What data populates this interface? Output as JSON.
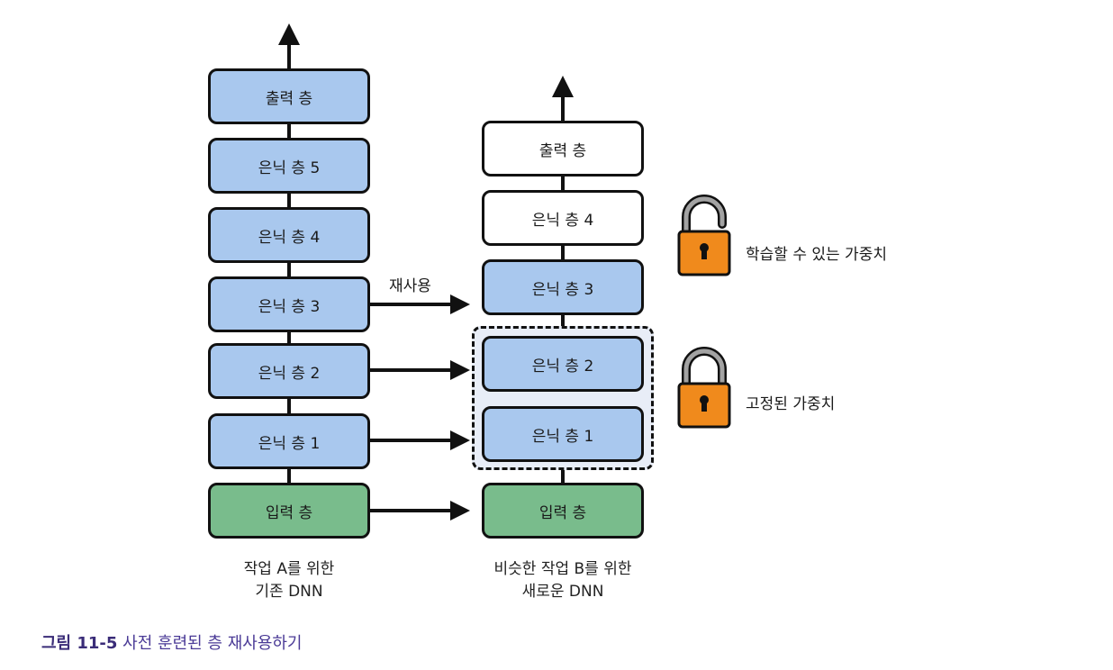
{
  "dnn_a": {
    "layers": {
      "output": "출력 층",
      "hidden5": "은닉 층 5",
      "hidden4": "은닉 층 4",
      "hidden3": "은닉 층 3",
      "hidden2": "은닉 층 2",
      "hidden1": "은닉 층 1",
      "input": "입력 층"
    },
    "caption_line1": "작업 A를 위한",
    "caption_line2": "기존 DNN"
  },
  "dnn_b": {
    "layers": {
      "output": "출력 층",
      "hidden4": "은닉 층 4",
      "hidden3": "은닉 층 3",
      "hidden2": "은닉 층 2",
      "hidden1": "은닉 층 1",
      "input": "입력 층"
    },
    "caption_line1": "비슷한 작업 B를 위한",
    "caption_line2": "새로운 DNN"
  },
  "reuse_label": "재사용",
  "legend": {
    "trainable": "학습할 수 있는 가중치",
    "frozen": "고정된 가중치"
  },
  "figure": {
    "number": "그림 11-5",
    "title": "사전 훈련된 층 재사용하기"
  },
  "colors": {
    "hidden_layer": "#a9c8ee",
    "input_layer": "#79bc8c",
    "new_layer": "#ffffff",
    "lock": "#f08a1c",
    "caption": "#3a2c78"
  },
  "icons": {
    "trainable": "unlocked-padlock-icon",
    "frozen": "locked-padlock-icon"
  }
}
